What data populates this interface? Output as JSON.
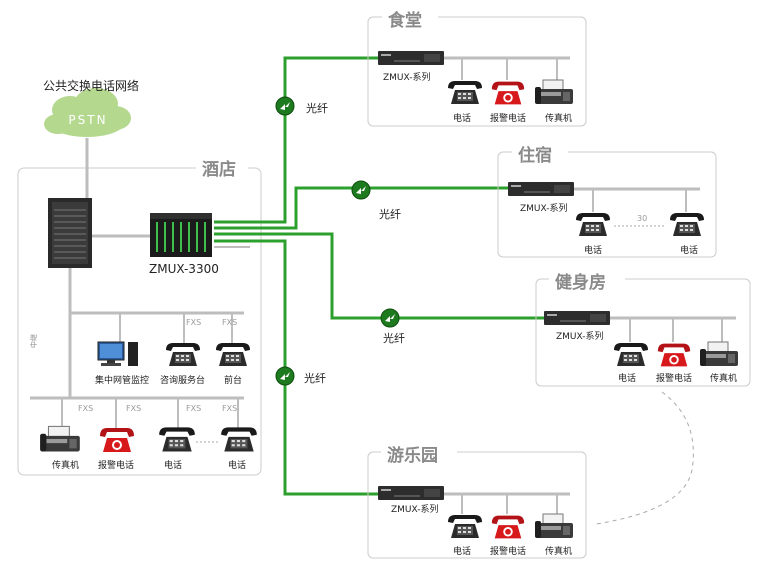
{
  "pstn": {
    "caption": "公共交换电话网络",
    "cloud_text": "PSTN"
  },
  "hotel": {
    "title": "酒店",
    "core_label": "ZMUX-3300",
    "trunk_label": "中继",
    "fxs_port": "FXS",
    "devices_row1": [
      "集中网管监控",
      "咨询服务台",
      "前台"
    ],
    "devices_row2": [
      "传真机",
      "报警电话",
      "电话",
      "电话"
    ]
  },
  "fiber_label": "光纤",
  "sites": [
    {
      "title": "食堂",
      "device": "ZMUX-系列",
      "phones": [
        "电话",
        "报警电话",
        "传真机"
      ]
    },
    {
      "title": "住宿",
      "device": "ZMUX-系列",
      "phones": [
        "电话",
        "电话"
      ],
      "count_note": "30"
    },
    {
      "title": "健身房",
      "device": "ZMUX-系列",
      "phones": [
        "电话",
        "报警电话",
        "传真机"
      ]
    },
    {
      "title": "游乐园",
      "device": "ZMUX-系列",
      "phones": [
        "电话",
        "报警电话",
        "传真机"
      ]
    }
  ],
  "colors": {
    "fiber": "#2ca02c",
    "alarm": "#d7191c",
    "frame": "#cccccc",
    "gray_line": "#bdbdbd"
  }
}
